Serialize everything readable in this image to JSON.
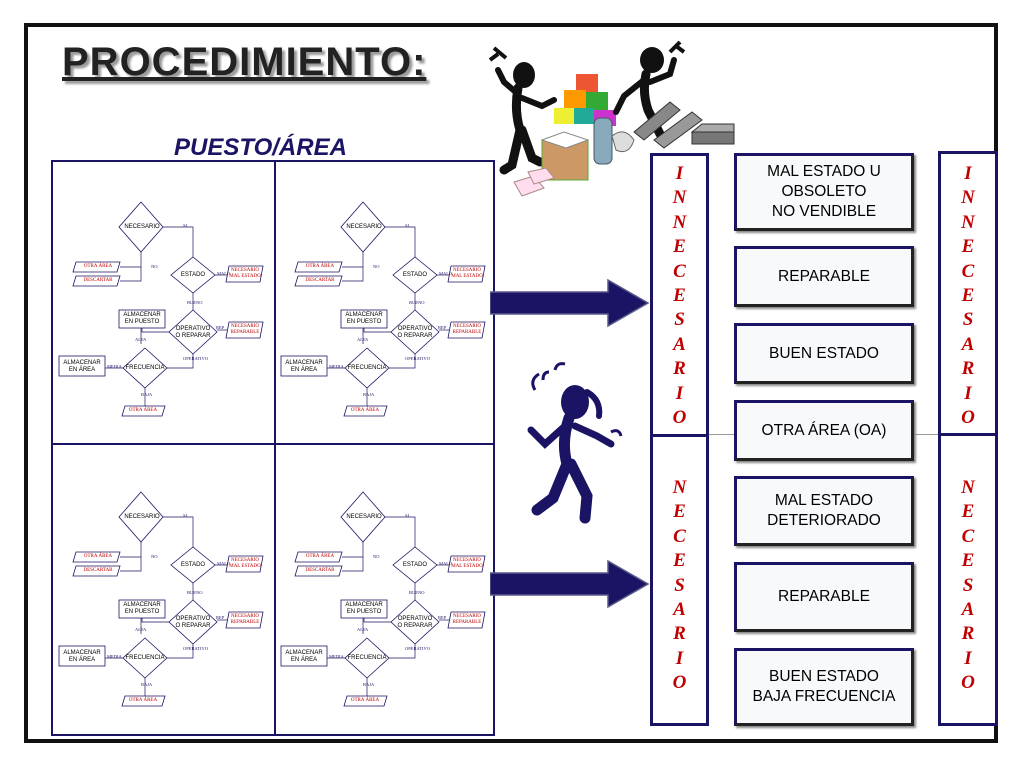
{
  "title": "PROCEDIMIENTO:",
  "subtitle": "PUESTO/ÁREA",
  "flowchart": {
    "necesario": "NECESARIO",
    "si": "SI",
    "no": "NO",
    "otra_area": "OTRA ÁREA",
    "descartar": "DESCARTAR",
    "estado": "ESTADO",
    "malo": "MALO",
    "necesario_mal_estado": "NECESARIO MAL ESTADO",
    "bueno": "BUENO",
    "almacenar_puesto": "ALMACENAR EN PUESTO",
    "operativo": "OPERATIVO O REPARAR",
    "rep": "REP",
    "necesario_reparable": "NECESARIO REPARABLE",
    "alta": "ALTA",
    "operativo_lbl": "OPERATIVO",
    "almacenar_area": "ALMACENAR EN ÁREA",
    "media": "MEDIA",
    "frecuencia": "FRECUENCIA",
    "baja": "BAJA",
    "otra_area_bottom": "OTRA ÁREA"
  },
  "left_column_word_top": "INNECESARIO",
  "left_column_word_bottom": "NECESARIO",
  "right_column_word_top": "INNECESARIO",
  "right_column_word_bottom": "NECESARIO",
  "boxes": [
    {
      "line1": "MAL ESTADO U",
      "line2": "OBSOLETO",
      "line3": "NO VENDIBLE"
    },
    {
      "line1": "REPARABLE",
      "line2": "",
      "line3": ""
    },
    {
      "line1": "BUEN ESTADO",
      "line2": "",
      "line3": ""
    },
    {
      "line1": "OTRA ÁREA (OA)",
      "line2": "",
      "line3": ""
    },
    {
      "line1": "MAL ESTADO",
      "line2": "DETERIORADO",
      "line3": ""
    },
    {
      "line1": "REPARABLE",
      "line2": "",
      "line3": ""
    },
    {
      "line1": "BUEN ESTADO",
      "line2": "BAJA FRECUENCIA",
      "line3": ""
    }
  ],
  "colors": {
    "navy": "#1b1464",
    "red": "#c00000"
  }
}
